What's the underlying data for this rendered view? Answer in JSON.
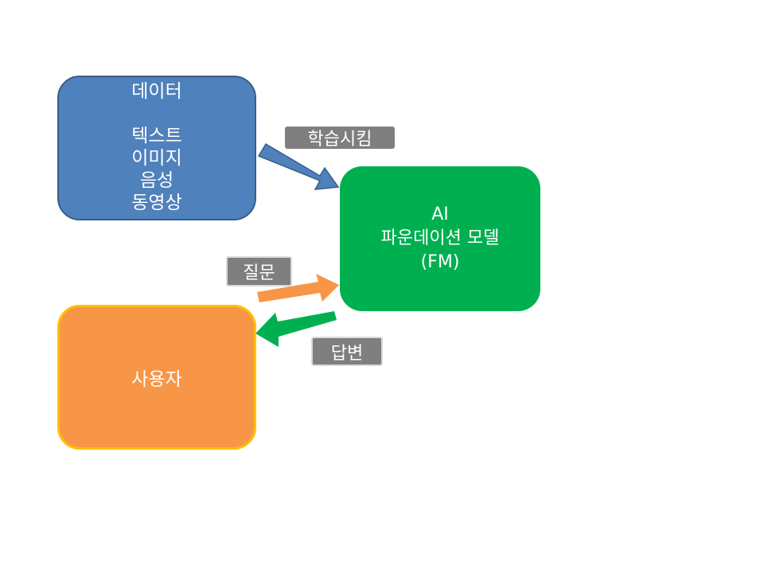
{
  "nodes": {
    "data": {
      "title": "데이터",
      "items": [
        "텍스트",
        "이미지",
        "음성",
        "동영상"
      ]
    },
    "model": {
      "lines": [
        "AI",
        "파운데이션 모델",
        "(FM)"
      ]
    },
    "user": {
      "label": "사용자"
    }
  },
  "edges": {
    "train": {
      "label": "학습시킴",
      "color": "#4f81bd"
    },
    "question": {
      "label": "질문",
      "color": "#f79646"
    },
    "answer": {
      "label": "답변",
      "color": "#00b050"
    }
  },
  "colors": {
    "data_box": "#4f81bd",
    "model_box": "#00b050",
    "user_box": "#f79646",
    "user_border": "#ffc000",
    "tag_bg": "#7f7f7f"
  }
}
